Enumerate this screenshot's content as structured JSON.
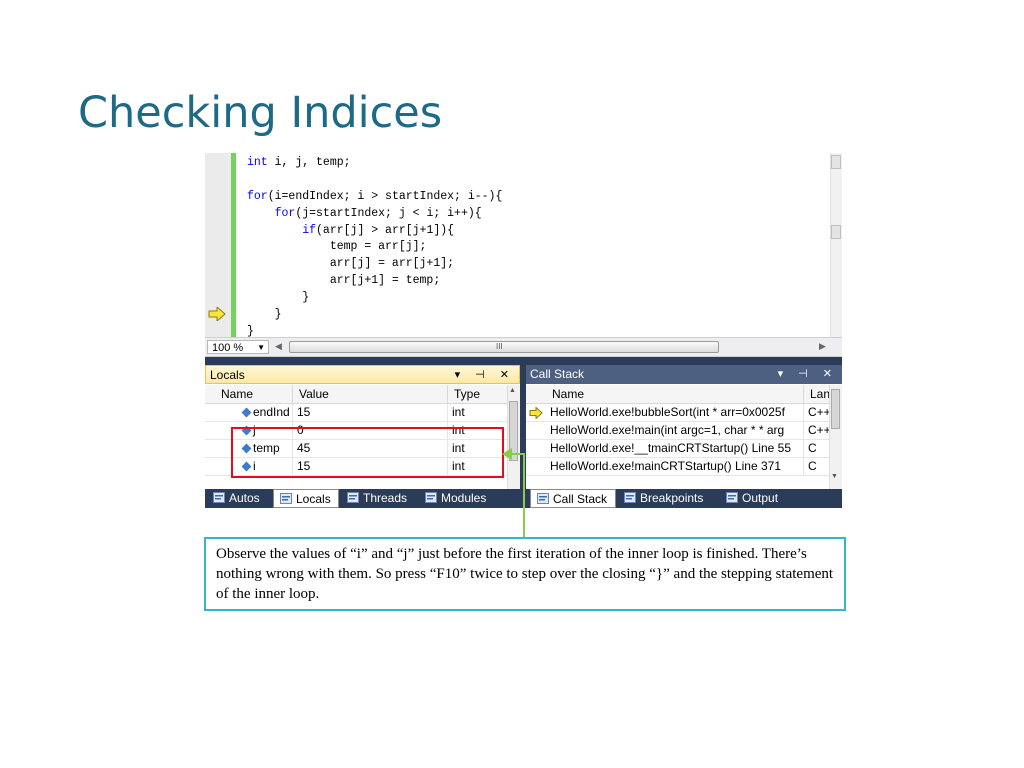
{
  "slide": {
    "title": "Checking Indices",
    "note": "Observe the values of “i” and “j” just before the first iteration of the inner loop is finished. There’s nothing wrong with them. So press “F10” twice to step over the closing “}” and the stepping statement of the inner loop."
  },
  "editor": {
    "code_lines": [
      [
        {
          "t": "int",
          "kw": true
        },
        {
          "t": " i, j, temp;"
        }
      ],
      [
        {
          "t": ""
        }
      ],
      [
        {
          "t": "for",
          "kw": true
        },
        {
          "t": "(i=endIndex; i > startIndex; i--){"
        }
      ],
      [
        {
          "t": "    "
        },
        {
          "t": "for",
          "kw": true
        },
        {
          "t": "(j=startIndex; j < i; i++){"
        }
      ],
      [
        {
          "t": "        "
        },
        {
          "t": "if",
          "kw": true
        },
        {
          "t": "(arr[j] > arr[j+1]){"
        }
      ],
      [
        {
          "t": "            temp = arr[j];"
        }
      ],
      [
        {
          "t": "            arr[j] = arr[j+1];"
        }
      ],
      [
        {
          "t": "            arr[j+1] = temp;"
        }
      ],
      [
        {
          "t": "        }"
        }
      ],
      [
        {
          "t": "    }"
        }
      ],
      [
        {
          "t": "}"
        }
      ]
    ],
    "zoom": "100 %",
    "scroll_grip": "III"
  },
  "locals": {
    "title": "Locals",
    "controls": "▾ ⊣ ✕",
    "columns": [
      "Name",
      "Value",
      "Type"
    ],
    "rows": [
      {
        "name": "endInd",
        "value": "15",
        "type": "int"
      },
      {
        "name": "j",
        "value": "0",
        "type": "int"
      },
      {
        "name": "temp",
        "value": "45",
        "type": "int"
      },
      {
        "name": "i",
        "value": "15",
        "type": "int"
      }
    ]
  },
  "callstack": {
    "title": "Call Stack",
    "controls": "▾ ⊣ ✕",
    "columns": [
      "Name",
      "Lang"
    ],
    "rows": [
      {
        "name": "HelloWorld.exe!bubbleSort(int * arr=0x0025f",
        "lang": "C++",
        "current": true
      },
      {
        "name": "HelloWorld.exe!main(int argc=1, char * * arg",
        "lang": "C++",
        "current": false
      },
      {
        "name": "HelloWorld.exe!__tmainCRTStartup()  Line 55",
        "lang": "C",
        "current": false
      },
      {
        "name": "HelloWorld.exe!mainCRTStartup()  Line 371",
        "lang": "C",
        "current": false
      }
    ]
  },
  "tabs_left": [
    {
      "label": "Autos",
      "active": false,
      "icon": "autos-icon"
    },
    {
      "label": "Locals",
      "active": true,
      "icon": "locals-icon"
    },
    {
      "label": "Threads",
      "active": false,
      "icon": "threads-icon"
    },
    {
      "label": "Modules",
      "active": false,
      "icon": "modules-icon"
    }
  ],
  "tabs_right": [
    {
      "label": "Call Stack",
      "active": true,
      "icon": "call-stack-icon"
    },
    {
      "label": "Breakpoints",
      "active": false,
      "icon": "breakpoints-icon"
    },
    {
      "label": "Output",
      "active": false,
      "icon": "output-icon"
    }
  ],
  "colors": {
    "title": "#1d6a86",
    "highlight_box": "#e0101a",
    "connector": "#8ccc4b",
    "note_border": "#37b5c8",
    "keyword": "#0000ff"
  }
}
